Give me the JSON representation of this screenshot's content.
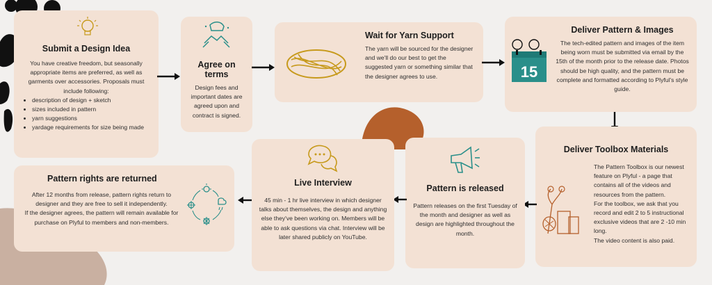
{
  "steps": {
    "submit": {
      "title": "Submit a Design Idea",
      "body": "You have creative freedom, but seasonally appropriate items are preferred, as well as garments over accessories. Proposals must include following:",
      "bullets": [
        "description of design + sketch",
        "sizes included in pattern",
        "yarn suggestions",
        "yardage requirements for size being made"
      ]
    },
    "agree": {
      "title_line1": "Agree on",
      "title_line2": "terms",
      "body": "Design fees and important dates are agreed upon and contract is signed."
    },
    "yarn": {
      "title": "Wait for Yarn Support",
      "body": "The yarn will be sourced for the designer and we'll do our best to get the suggested yarn or something similar that the designer agrees to use."
    },
    "deliver_pattern": {
      "title": "Deliver Pattern & Images",
      "body": "The tech-edited pattern and images of the item being worn must be submitted via email by the 15th of the month prior to the release date. Photos should be high quality, and the pattern must be complete and formatted according to Plyful's style guide.",
      "calendar_number": "15"
    },
    "toolbox": {
      "title": "Deliver Toolbox Materials",
      "body": "The Pattern Toolbox is our newest feature on Plyful - a page that contains all of the videos and resources from the pattern.\nFor the toolbox, we ask that you record and edit 2 to 5 instructional exclusive videos that are 2 -10 min long.\nThe video content is also paid."
    },
    "released": {
      "title": "Pattern is released",
      "body": "Pattern releases on the first Tuesday of the month and designer as well as design are highlighted throughout the month."
    },
    "interview": {
      "title": "Live Interview",
      "body": "45 min - 1 hr live interview in which designer talks about themselves, the design and anything else they've been working on. Members will be able to ask questions via chat. Interview will be later shared publicly on YouTube."
    },
    "rights": {
      "title": "Pattern rights are returned",
      "body": "After 12 months from release, pattern rights return to designer and they are free to sell it independently.\nIf the designer agrees, the pattern will remain available for purchase on Plyful to members and non-members."
    }
  },
  "colors": {
    "card": "#f3e1d4",
    "teal": "#2a8f8a",
    "gold": "#c79a1c",
    "rust": "#b5602c",
    "ink": "#111111"
  },
  "icons": [
    "lightbulb-icon",
    "hands-pledge-icon",
    "yarn-skein-icon",
    "calendar-icon",
    "toolbox-craft-icon",
    "megaphone-icon",
    "chat-bubbles-icon",
    "weather-cycle-icon"
  ]
}
